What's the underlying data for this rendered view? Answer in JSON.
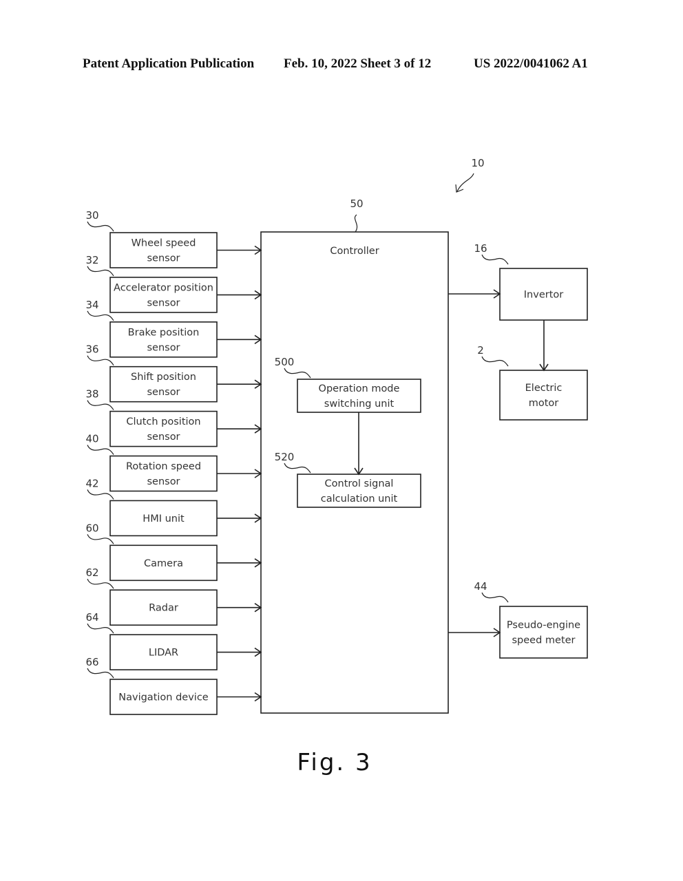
{
  "header": {
    "left": "Patent Application Publication",
    "middle": "Feb. 10, 2022  Sheet 3 of 12",
    "right": "US 2022/0041062 A1"
  },
  "figure_label": "Fig. 3",
  "system_ref": "10",
  "controller": {
    "ref": "50",
    "label": "Controller"
  },
  "inputs": [
    {
      "ref": "30",
      "lines": [
        "Wheel speed",
        "sensor"
      ]
    },
    {
      "ref": "32",
      "lines": [
        "Accelerator position",
        "sensor"
      ]
    },
    {
      "ref": "34",
      "lines": [
        "Brake position",
        "sensor"
      ]
    },
    {
      "ref": "36",
      "lines": [
        "Shift position",
        "sensor"
      ]
    },
    {
      "ref": "38",
      "lines": [
        "Clutch position",
        "sensor"
      ]
    },
    {
      "ref": "40",
      "lines": [
        "Rotation speed",
        "sensor"
      ]
    },
    {
      "ref": "42",
      "lines": [
        "HMI unit"
      ]
    },
    {
      "ref": "60",
      "lines": [
        "Camera"
      ]
    },
    {
      "ref": "62",
      "lines": [
        "Radar"
      ]
    },
    {
      "ref": "64",
      "lines": [
        "LIDAR"
      ]
    },
    {
      "ref": "66",
      "lines": [
        "Navigation device"
      ]
    }
  ],
  "internal_units": [
    {
      "ref": "500",
      "lines": [
        "Operation mode",
        "switching unit"
      ]
    },
    {
      "ref": "520",
      "lines": [
        "Control signal",
        "calculation unit"
      ]
    }
  ],
  "outputs": [
    {
      "ref": "16",
      "lines": [
        "Invertor"
      ]
    },
    {
      "ref": "2",
      "lines": [
        "Electric",
        "motor"
      ]
    },
    {
      "ref": "44",
      "lines": [
        "Pseudo-engine",
        "speed meter"
      ]
    }
  ]
}
